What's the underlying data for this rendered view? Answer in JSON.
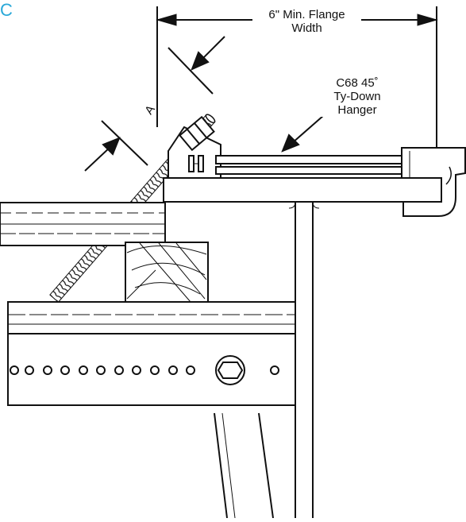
{
  "corner_fragment": "C",
  "dimension_label": {
    "line1": "6\" Min. Flange",
    "line2": "Width"
  },
  "hanger_label": {
    "line1": "C68 45˚",
    "line2": "Ty-Down",
    "line3": "Hanger"
  },
  "angle_marker": "A",
  "colors": {
    "ink": "#111111",
    "accent": "#2aa8d8"
  }
}
